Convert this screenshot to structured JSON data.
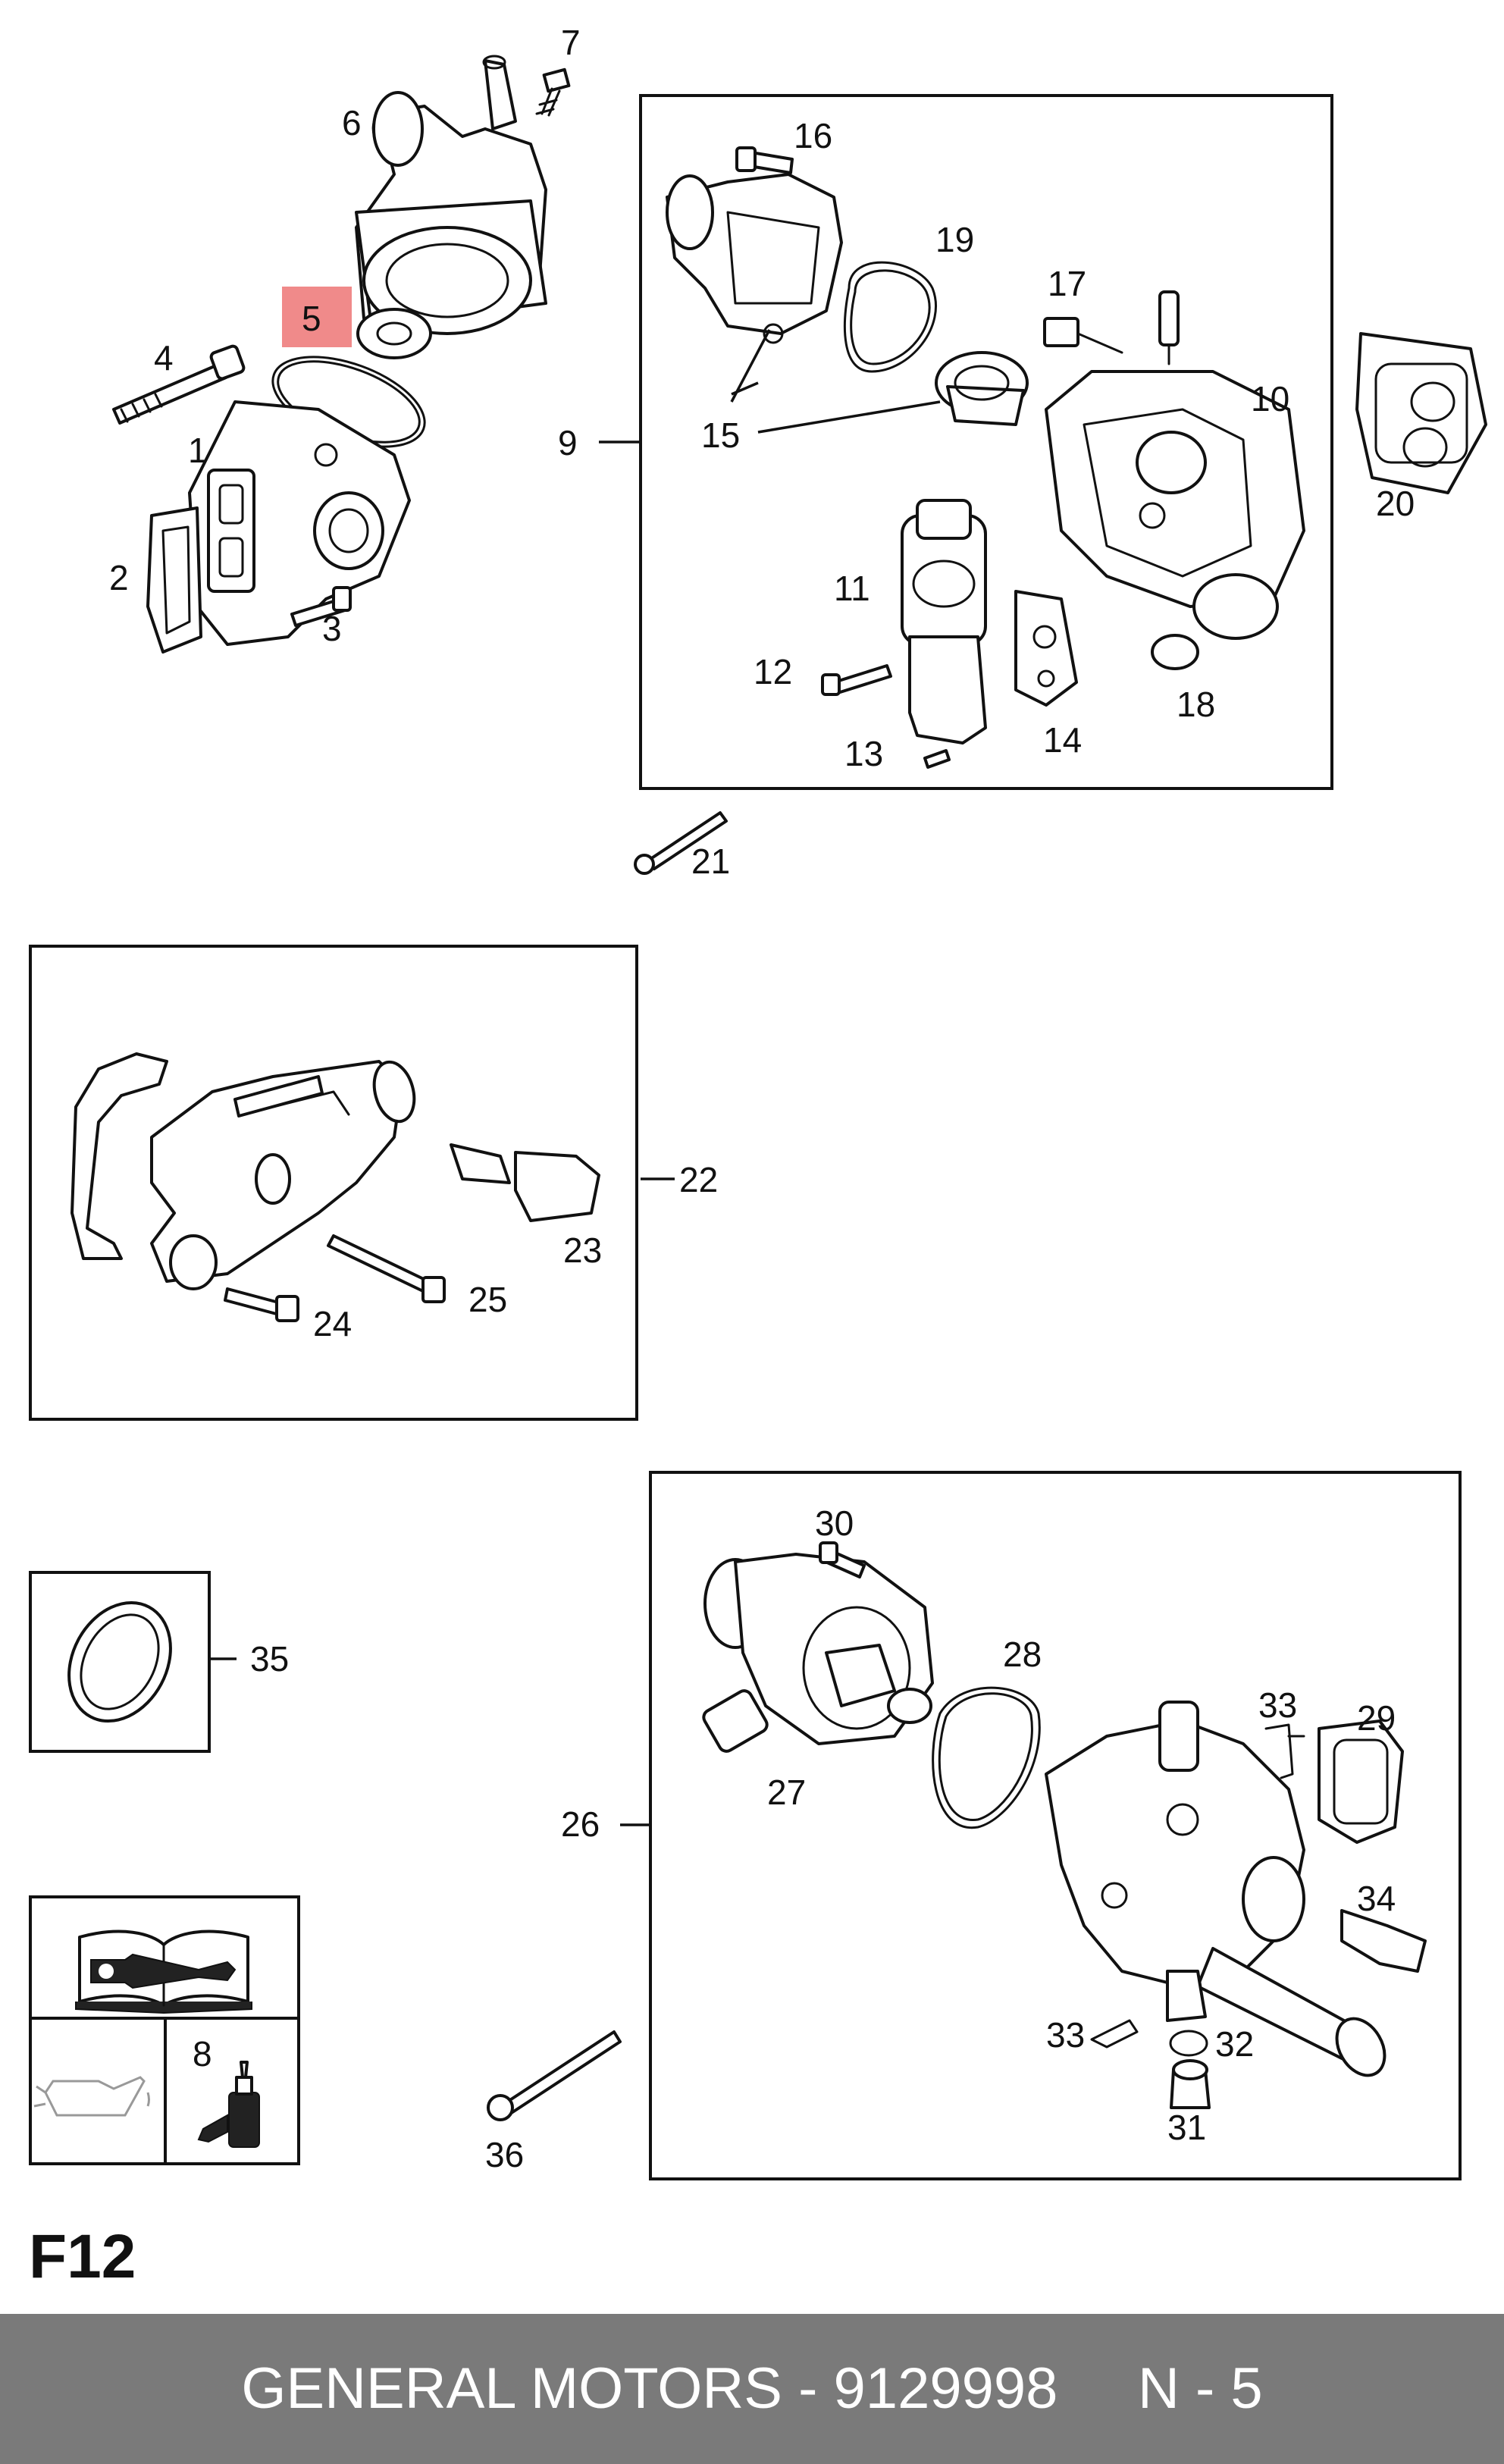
{
  "highlight_color": "#f08a8a",
  "footer_color": "#7a7a7a",
  "page_code": "F12",
  "footer": {
    "brand": "GENERAL MOTORS",
    "part_number": "9129998",
    "text": "GENERAL MOTORS - 9129998     N - 5"
  },
  "callouts": {
    "c1": "1",
    "c2": "2",
    "c3": "3",
    "c4": "4",
    "c5": "5",
    "c6": "6",
    "c7": "7",
    "c8": "8",
    "c9": "9",
    "c10": "10",
    "c11": "11",
    "c12": "12",
    "c13": "13",
    "c14": "14",
    "c15": "15",
    "c16": "16",
    "c17": "17",
    "c18": "18",
    "c19": "19",
    "c20": "20",
    "c21": "21",
    "c22": "22",
    "c23": "23",
    "c24": "24",
    "c25": "25",
    "c26": "26",
    "c27": "27",
    "c28": "28",
    "c29": "29",
    "c30": "30",
    "c31": "31",
    "c32": "32",
    "c33a": "33",
    "c33b": "33",
    "c34": "34",
    "c35": "35",
    "c36": "36"
  },
  "icons": [
    "repair-manual-wrench-icon",
    "oil-can-icon",
    "sealant-bottle-icon"
  ],
  "highlighted_callout": "5"
}
